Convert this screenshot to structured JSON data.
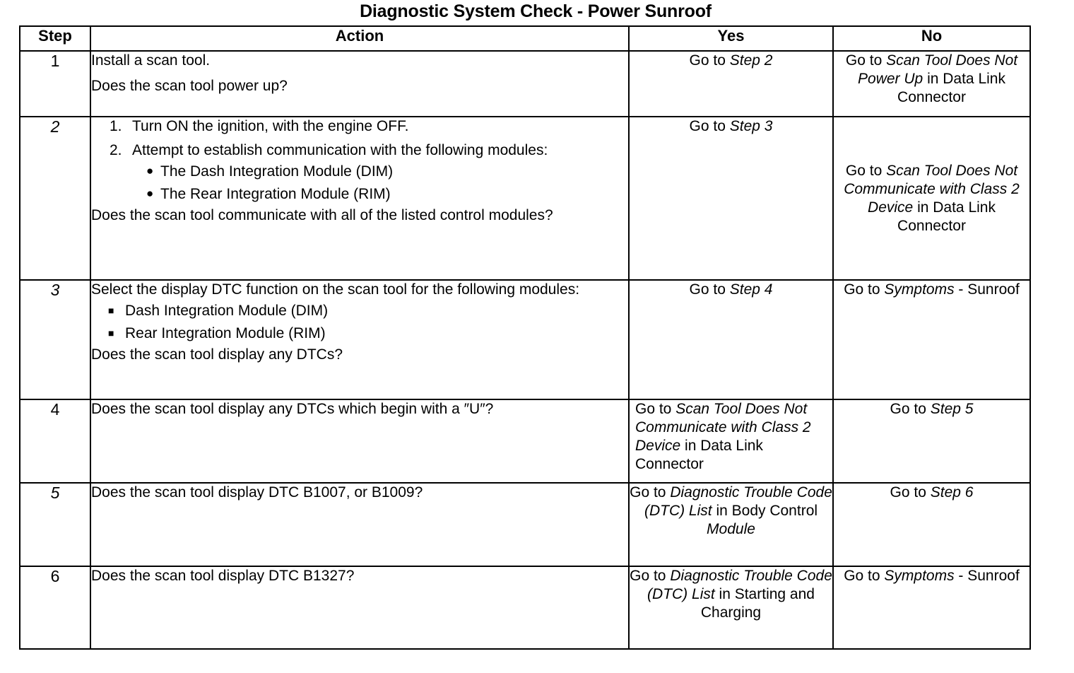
{
  "document": {
    "title": "Diagnostic System Check - Power Sunroof"
  },
  "table": {
    "headers": {
      "step": "Step",
      "action": "Action",
      "yes": "Yes",
      "no": "No"
    },
    "rows": [
      {
        "step": "1",
        "action": {
          "lead": "Install a scan tool.",
          "question": "Does the scan tool power up?"
        },
        "yes": {
          "l1": "Go to ",
          "l1i": "Step 2"
        },
        "no": {
          "p1": "Go to ",
          "i1": "Scan Tool Does Not Power Up",
          "p2": " in Data Link Connector"
        }
      },
      {
        "step": "2",
        "action": {
          "num1": "1.",
          "item1": "Turn ON the ignition, with the engine OFF.",
          "num2": "2.",
          "item2": "Attempt to establish communication with the following modules:",
          "bullet1": "The Dash Integration Module (DIM)",
          "bullet2": "The Rear Integration Module (RIM)",
          "question": "Does the scan tool communicate with all of the listed control modules?"
        },
        "yes": {
          "l1": "Go to ",
          "l1i": "Step 3"
        },
        "no": {
          "p1": "Go to ",
          "i1": "Scan Tool Does Not Communicate with Class 2 Device",
          "p2": " in Data Link Connector"
        }
      },
      {
        "step": "3",
        "action": {
          "lead": "Select the display DTC function on the scan tool for the following modules:",
          "bullet1": "Dash Integration Module (DIM)",
          "bullet2": "Rear Integration Module (RIM)",
          "question": "Does the scan tool display any DTCs?"
        },
        "yes": {
          "l1": "Go to ",
          "l1i": "Step 4"
        },
        "no": {
          "p1": "Go to ",
          "i1": "Symptoms",
          "p2": " - Sunroof"
        }
      },
      {
        "step": "4",
        "action": {
          "question": "Does the scan tool display any DTCs which begin with a ″U″?"
        },
        "yes": {
          "p1": "Go to ",
          "i1": "Scan Tool Does Not Communicate with Class 2 Device",
          "p2": " in Data Link Connector"
        },
        "no": {
          "l1": "Go to ",
          "l1i": "Step 5"
        }
      },
      {
        "step": "5",
        "action": {
          "question": "Does the scan tool display DTC B1007, or B1009?"
        },
        "yes": {
          "p1": "Go to ",
          "i1": "Diagnostic Trouble Code (DTC) List",
          "p2": " in Body Control ",
          "i2": "Module"
        },
        "no": {
          "l1": "Go to ",
          "l1i": "Step 6"
        }
      },
      {
        "step": "6",
        "action": {
          "question": "Does the scan tool display DTC B1327?"
        },
        "yes": {
          "p1": "Go to ",
          "i1": "Diagnostic Trouble Code (DTC) List",
          "p2": " in Starting and Charging"
        },
        "no": {
          "p1": "Go to ",
          "i1": "Symptoms",
          "p2": " - Sunroof"
        }
      }
    ]
  },
  "colors": {
    "ink": "#000000",
    "paper": "#ffffff"
  }
}
